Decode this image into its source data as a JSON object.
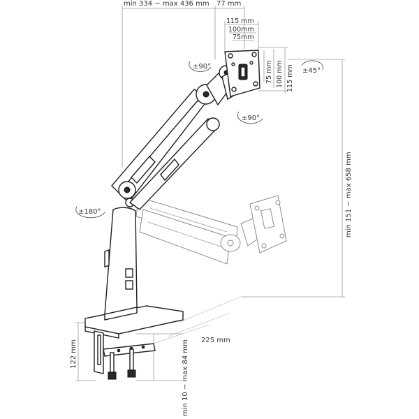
{
  "dimensions": {
    "arm_reach": "min 334 ~ max 436 mm",
    "top_offset": "77 mm",
    "vesa_115_width": "115 mm",
    "vesa_100_width": "100mm",
    "vesa_75_width": "75mm",
    "vesa_75_height": "75 mm",
    "vesa_100_height": "100 mm",
    "vesa_115_height": "115 mm",
    "height_range": "min 151 ~ max 658 mm",
    "base_depth": "225 mm",
    "base_height": "122 mm",
    "clamp_range": "min 10 ~ max 84 mm"
  },
  "rotations": {
    "tilt_top": "±90°",
    "tilt_side": "±90°",
    "rotation": "±45°",
    "base_swivel": "±180°"
  }
}
